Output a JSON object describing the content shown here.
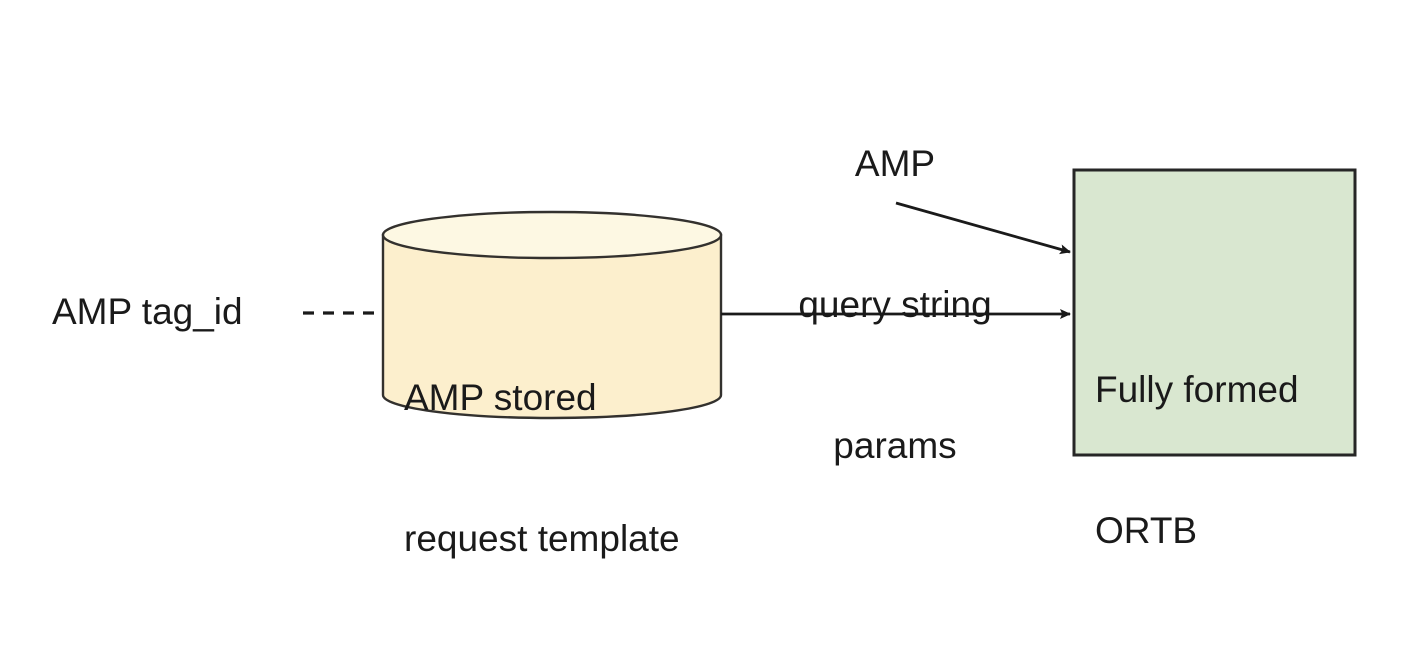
{
  "diagram": {
    "title": "AMP stored request to ORTB flow",
    "background_color": "#ffffff",
    "text_color": "#1a1a1a",
    "nodes": [
      {
        "id": "amp-tag-id",
        "type": "text-label",
        "label": "AMP tag_id",
        "shape": "none"
      },
      {
        "id": "amp-stored-request-template",
        "type": "cylinder",
        "label_line1": "AMP stored",
        "label_line2": "request template",
        "fill_color": "#FCEFCD",
        "top_fill_color": "#FDF8E3",
        "stroke_color": "#33312e"
      },
      {
        "id": "amp-query-string-params",
        "type": "text-label",
        "label_line1": "AMP",
        "label_line2": "query string",
        "label_line3": "params",
        "shape": "none"
      },
      {
        "id": "fully-formed-ortb",
        "type": "rectangle",
        "label_line1": "Fully formed",
        "label_line2": "ORTB",
        "fill_color": "#D9E7D0",
        "stroke_color": "#262626"
      }
    ],
    "edges": [
      {
        "id": "tagid-to-template",
        "from": "amp-tag-id",
        "to": "amp-stored-request-template",
        "style": "dashed",
        "arrowhead": "none",
        "stroke_color": "#1a1a1a"
      },
      {
        "id": "template-to-ortb",
        "from": "amp-stored-request-template",
        "to": "fully-formed-ortb",
        "style": "solid",
        "arrowhead": "filled-triangle",
        "stroke_color": "#1a1a1a"
      },
      {
        "id": "params-to-ortb",
        "from": "amp-query-string-params",
        "to": "fully-formed-ortb",
        "style": "solid",
        "arrowhead": "filled-triangle",
        "stroke_color": "#1a1a1a"
      }
    ]
  }
}
